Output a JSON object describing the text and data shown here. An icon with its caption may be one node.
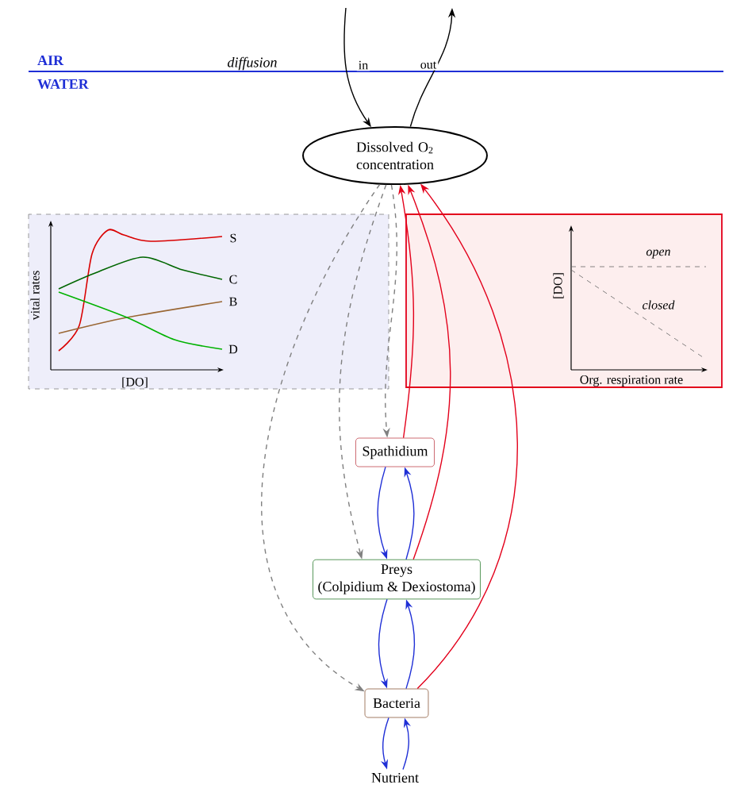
{
  "diagram": {
    "nodes": [
      {
        "text": [
          "Dissolved O$_{2}$ concentration"
        ]
      },
      {
        "text": [
          "Spathidium"
        ]
      },
      {
        "text": [
          "Preys",
          "(Colpidium & Dexiostoma)"
        ]
      },
      {
        "text": [
          "Bacteria"
        ]
      },
      {
        "text": [
          "Nutrient"
        ]
      }
    ],
    "edges": [
      {
        "from": null,
        "to": 0,
        "arrow": "to",
        "label": "in",
        "color": "#000000"
      },
      {
        "from": 0,
        "to": null,
        "arrow": "to",
        "label": "out",
        "color": "#000000"
      },
      {
        "from": 0,
        "to": 1,
        "arrow": "to",
        "style": "dashed",
        "color": "#808080"
      },
      {
        "from": 0,
        "to": 2,
        "arrow": "to",
        "style": "dashed",
        "color": "#808080"
      },
      {
        "from": 0,
        "to": 3,
        "arrow": "to",
        "style": "dashed",
        "color": "#808080"
      },
      {
        "from": 1,
        "to": 0,
        "arrow": "to",
        "color": "#e3001b"
      },
      {
        "from": 2,
        "to": 0,
        "arrow": "to",
        "color": "#e3001b"
      },
      {
        "from": 3,
        "to": 0,
        "arrow": "to",
        "color": "#e3001b"
      },
      {
        "from": 1,
        "to": 2,
        "arrow": "to",
        "color": "#1f2fd6"
      },
      {
        "from": 2,
        "to": 1,
        "arrow": "to",
        "color": "#1f2fd6"
      },
      {
        "from": 2,
        "to": 3,
        "arrow": "to",
        "color": "#1f2fd6"
      },
      {
        "from": 3,
        "to": 2,
        "arrow": "to",
        "color": "#1f2fd6"
      },
      {
        "from": 3,
        "to": 4,
        "arrow": "to",
        "color": "#1f2fd6"
      },
      {
        "from": 4,
        "to": 3,
        "arrow": "to",
        "color": "#1f2fd6"
      }
    ],
    "labels": [
      "AIR",
      "WATER",
      "diffusion",
      "vital rates",
      "[DO]",
      "S",
      "C",
      "B",
      "D",
      "open",
      "closed",
      "[DO]",
      "Org. respiration rate"
    ]
  }
}
